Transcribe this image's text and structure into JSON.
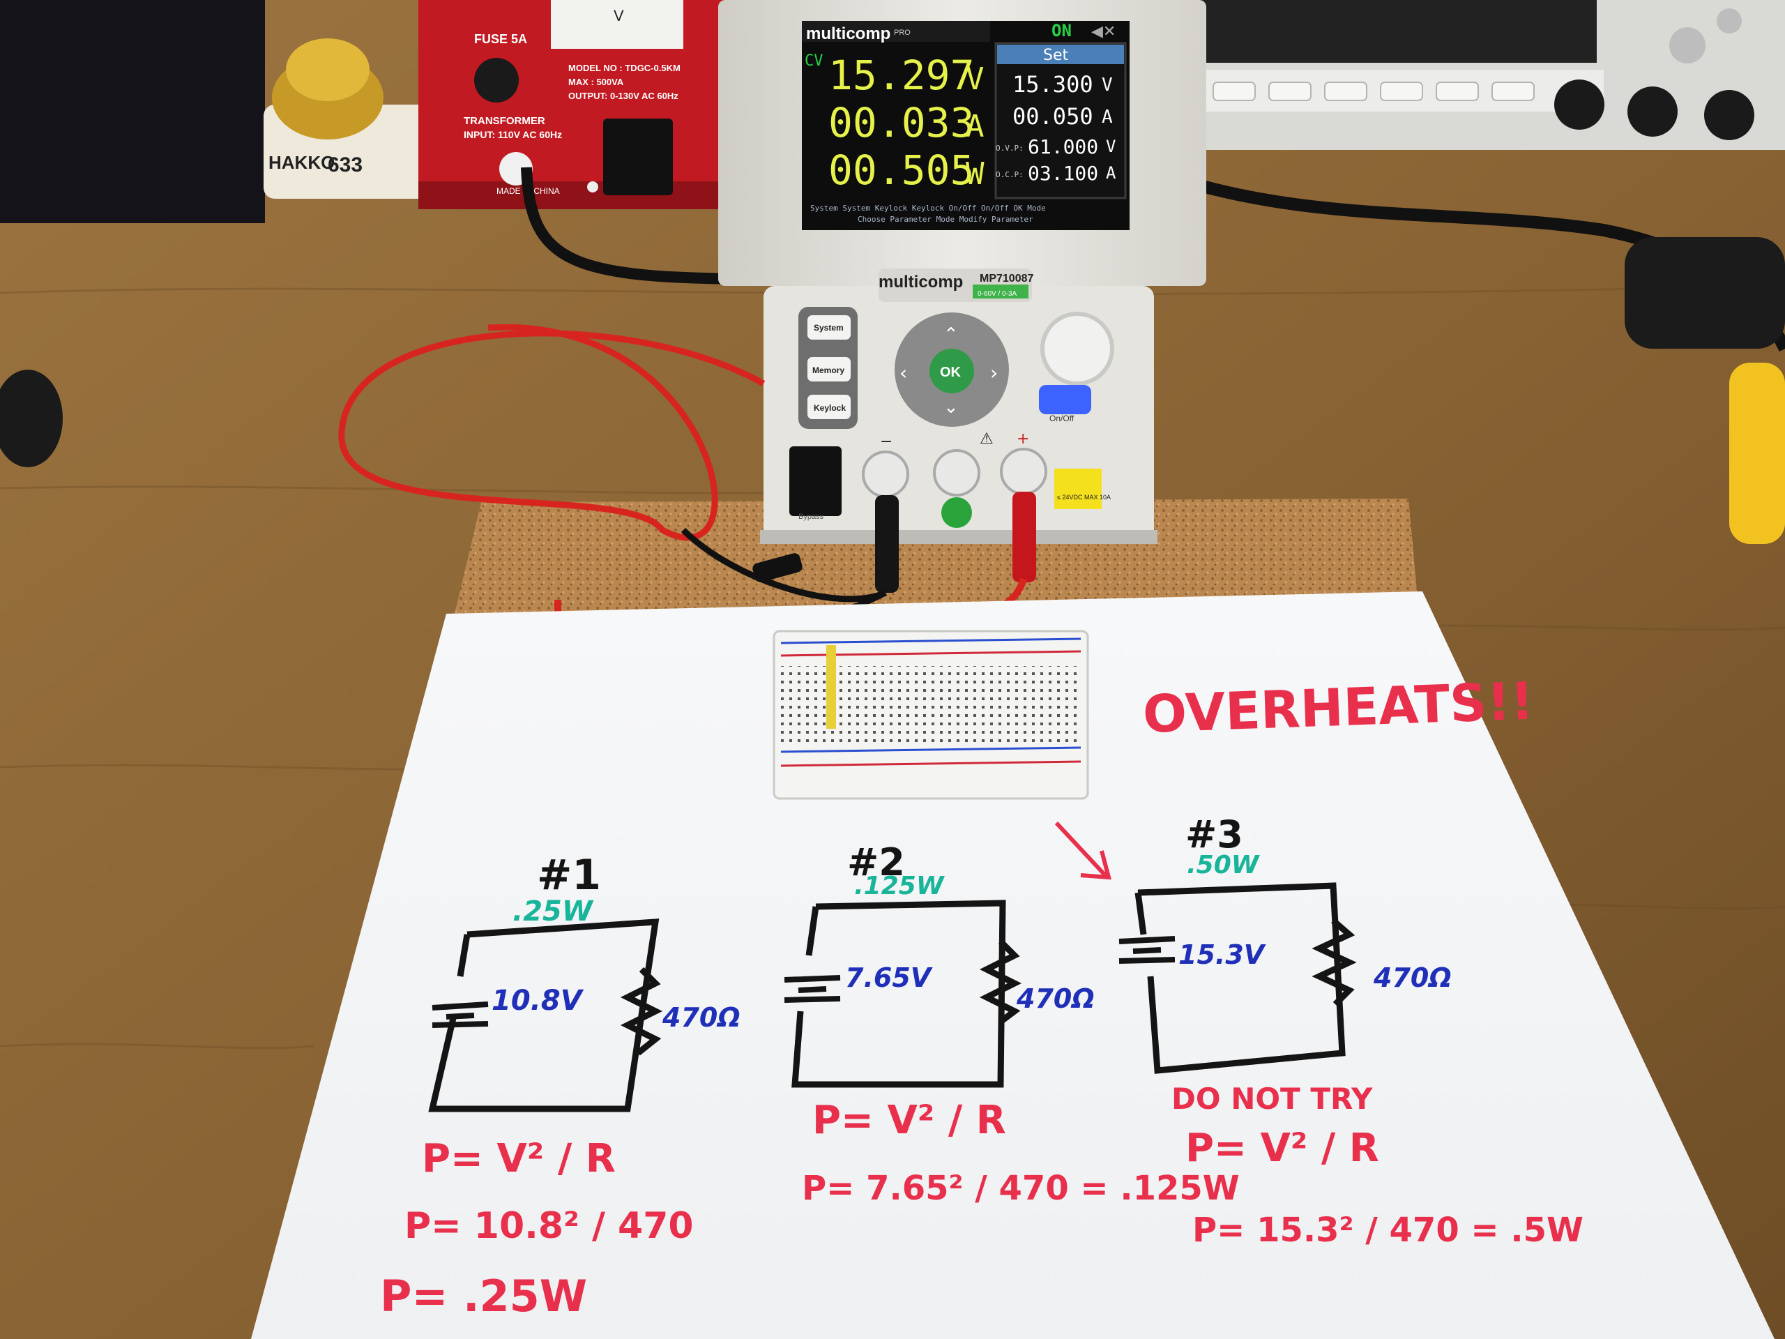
{
  "psu": {
    "brand": "multicomp",
    "brand_suffix": "PRO",
    "model": "MP710087",
    "model_range": "0-60V / 0-3A",
    "mode": "CV",
    "output_state": "ON",
    "voltage": "15.297",
    "voltage_unit": "V",
    "current": "00.033",
    "current_unit": "A",
    "power": "00.505",
    "power_unit": "W",
    "set_header": "Set",
    "set_voltage": "15.300",
    "set_voltage_unit": "V",
    "set_current": "00.050",
    "set_current_unit": "A",
    "ovp_label": "O.V.P:",
    "ovp_value": "61.000",
    "ovp_unit": "V",
    "ocp_label": "O.C.P:",
    "ocp_value": "03.100",
    "ocp_unit": "A",
    "hint_line1": "System System  Keylock Keylock  On/Off On/Off  OK Mode",
    "hint_line2": "Choose Parameter  Mode Modify Parameter",
    "buttons": {
      "system": "System",
      "memory": "Memory",
      "keylock": "Keylock",
      "ok": "OK",
      "onoff": "On/Off",
      "bypass": "Bypass"
    },
    "terminals": {
      "minus": "−",
      "plus": "+"
    },
    "warning": "≤ 24VDC MAX 10A"
  },
  "transformer": {
    "fuse_label": "FUSE 5A",
    "model_no": "MODEL NO : TDGC-0.5KM",
    "max": "MAX : 500VA",
    "output": "OUTPUT: 0-130V AC 60Hz",
    "transformer_label": "TRANSFORMER",
    "input": "INPUT: 110V AC 60Hz",
    "made_in": "MADE IN CHINA",
    "meter_unit": "V"
  },
  "hakko": {
    "brand": "HAKKO",
    "model": "633"
  },
  "whiteboard": {
    "warning": "OVERHEATS!!",
    "circuits": [
      {
        "number": "#1",
        "rating": ".25W",
        "voltage": "10.8V",
        "resistance": "470Ω",
        "formula_line1": "P= V² / R",
        "formula_line2": "P= 10.8² / 470",
        "result": "P= .25W"
      },
      {
        "number": "#2",
        "rating": ".125W",
        "voltage": "7.65V",
        "resistance": "470Ω",
        "formula_line1": "P= V² / R",
        "formula_line2": "P= 7.65² / 470 = .125W"
      },
      {
        "number": "#3",
        "rating": ".50W",
        "voltage": "15.3V",
        "resistance": "470Ω",
        "caption": "DO NOT TRY",
        "formula_line1": "P= V² / R",
        "formula_line2": "P= 15.3² / 470 = .5W"
      }
    ]
  },
  "colors": {
    "desk": "#8a6434",
    "psu_body": "#e4e2dc",
    "lcd_bg": "#111111",
    "lcd_yellow": "#e6f24a",
    "marker_red": "#e8304c",
    "marker_teal": "#18b59a",
    "marker_blue": "#1f2fb8",
    "marker_black": "#141414",
    "transformer_red": "#c21a22"
  }
}
